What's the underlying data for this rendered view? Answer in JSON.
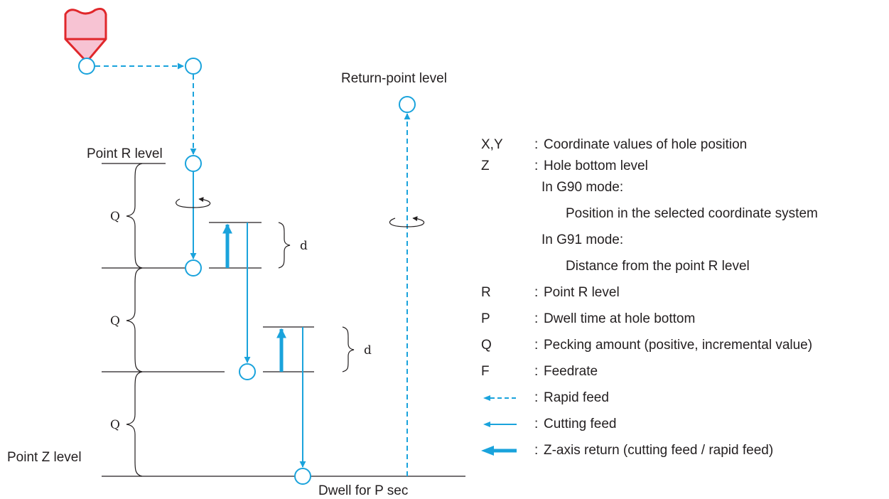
{
  "labels": {
    "return_point_level": "Return-point level",
    "point_r_level": "Point R level",
    "point_z_level": "Point Z level",
    "dwell": "Dwell for P sec",
    "q1": "Q",
    "q2": "Q",
    "q3": "Q",
    "d1": "d",
    "d2": "d"
  },
  "legend": {
    "xy": {
      "symbol": "X,Y",
      "desc": "Coordinate values of hole position"
    },
    "z": {
      "symbol": "Z",
      "desc": "Hole bottom level"
    },
    "g90_mode": "In G90 mode:",
    "g90_desc": "Position in the selected coordinate system",
    "g91_mode": "In G91 mode:",
    "g91_desc": "Distance from the point R level",
    "r": {
      "symbol": "R",
      "desc": "Point R level"
    },
    "p": {
      "symbol": "P",
      "desc": "Dwell time at hole bottom"
    },
    "q": {
      "symbol": "Q",
      "desc": "Pecking amount (positive, incremental value)"
    },
    "f": {
      "symbol": "F",
      "desc": "Feedrate"
    },
    "rapid": {
      "icon": "dashed-arrow-icon",
      "desc": "Rapid feed"
    },
    "cutting": {
      "icon": "thin-arrow-icon",
      "desc": "Cutting feed"
    },
    "zreturn": {
      "icon": "thick-arrow-icon",
      "desc": "Z-axis return (cutting feed / rapid feed)"
    },
    "colon": ":"
  },
  "colors": {
    "path": "#1aa3dc",
    "tool_fill": "#f7c3d3",
    "tool_stroke": "#e0272b",
    "ink": "#231f20"
  }
}
